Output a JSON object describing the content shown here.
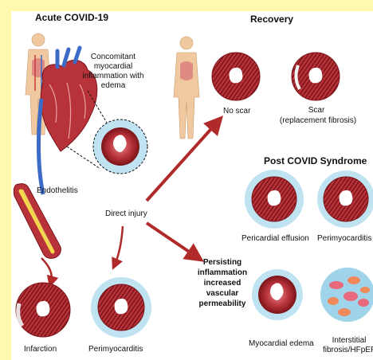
{
  "headings": {
    "acute": "Acute COVID-19",
    "recovery": "Recovery",
    "post_covid": "Post COVID Syndrome"
  },
  "labels": {
    "concomitant": [
      "Concomitant",
      "myocardial",
      "inflammation with",
      "edema"
    ],
    "no_scar": "No scar",
    "scar": "Scar",
    "replacement_fibrosis": "(replacement fibrosis)",
    "endothelitis": "Endothelitis",
    "direct_injury": "Direct injury",
    "pericardial_effusion": "Pericardial effusion",
    "perimyocarditis_top": "Perimyocarditis",
    "persisting": [
      "Persisting",
      "inflammation",
      "increased",
      "vascular",
      "permeability"
    ],
    "infarction": "Infarction",
    "perimyocarditis_bottom": "Perimyocarditis",
    "myocardial_edema": "Myocardial edema",
    "interstitial": "Interstitial",
    "fibrosis_hfpef": "fibrosis/HFpEF"
  },
  "colors": {
    "background": "#fff9b0",
    "panel": "#ffffff",
    "myocardium": "#b8323a",
    "myocardium_dark": "#7a1418",
    "edema": "#bfe3f1",
    "arrow": "#b02a2a",
    "skin": "#f1c9a0"
  }
}
